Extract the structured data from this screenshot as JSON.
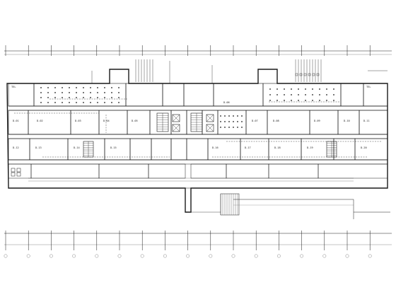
{
  "drawing": {
    "type": "architectural floor plan (fire protection / electrical layout)",
    "watermark": "",
    "colors": {
      "line": "#1a1a1a",
      "light_line": "#6a6a6a",
      "background": "#ffffff"
    },
    "room_labels": [
      "TEL",
      "TEL",
      "D-01",
      "D-02",
      "D-03",
      "D-04",
      "D-05",
      "D-06",
      "D-07",
      "D-08",
      "D-09",
      "D-10",
      "D-11",
      "D-12",
      "D-13",
      "D-14",
      "D-15",
      "D-16",
      "D-17",
      "D-18",
      "D-19",
      "D-20"
    ],
    "icons": [
      "grid-axis-bubble-icon",
      "fire-detector-icon",
      "staircase-icon",
      "elevator-icon",
      "ramp-hatch-icon"
    ]
  }
}
